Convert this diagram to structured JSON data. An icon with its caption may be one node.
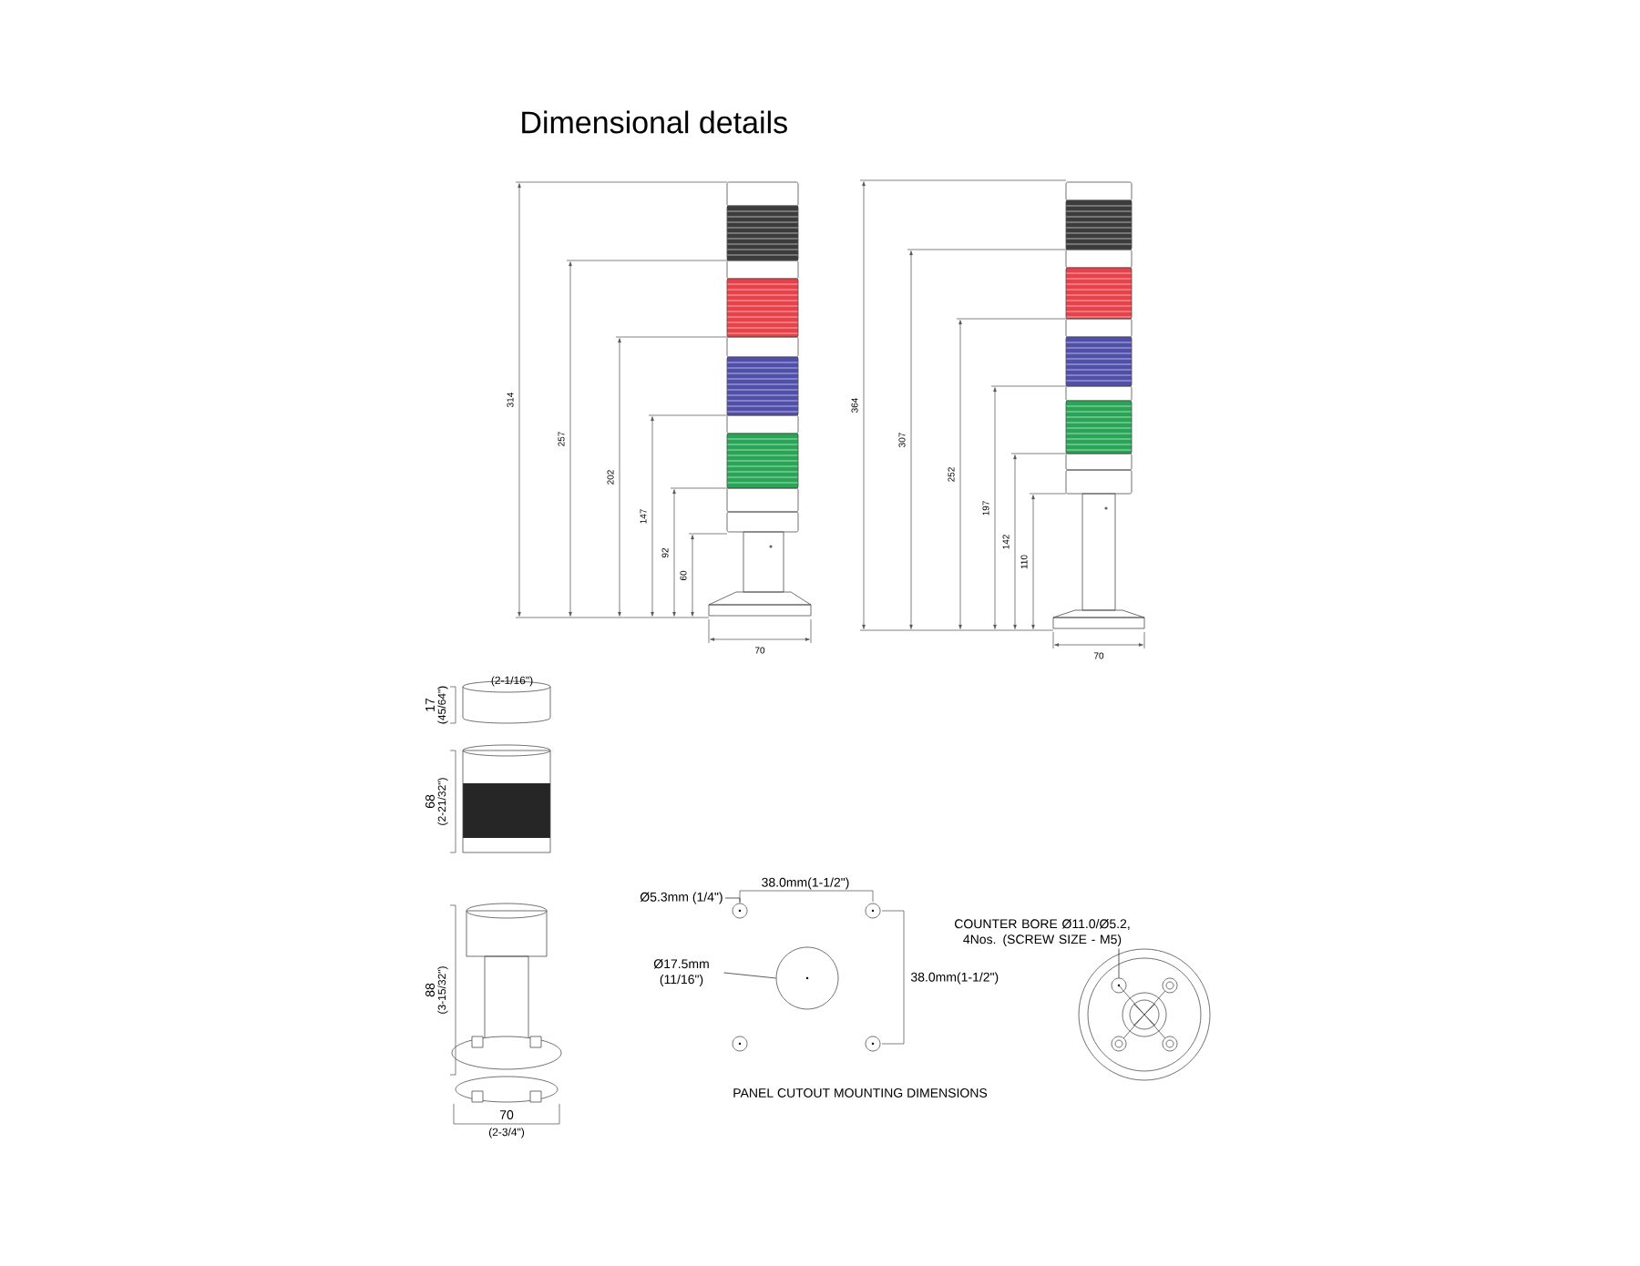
{
  "diagram": {
    "title": "Dimensional details",
    "nodes": [
      {
        "text": [
          "Ø5.3mm (1/4\")"
        ]
      },
      {
        "text": [],
        "shape": "circle"
      },
      {
        "text": [
          "Ø17.5mm (11/16\")"
        ]
      },
      {
        "text": [],
        "shape": "circle"
      },
      {
        "text": [
          "COUNTER BORE Ø11.0/Ø5.2, 4Nos. (SCREW SIZE - M5)"
        ]
      },
      {
        "text": [],
        "shape": "circle"
      }
    ],
    "edges": [
      {
        "from": 0,
        "to": 1,
        "arrow": "none"
      },
      {
        "from": 2,
        "to": 3,
        "arrow": "none"
      },
      {
        "from": 4,
        "to": 5,
        "arrow": "none"
      }
    ],
    "labels": [
      "314",
      "257",
      "202",
      "147",
      "92",
      "60",
      "70",
      "364",
      "307",
      "252",
      "197",
      "142",
      "110",
      "70",
      "(2-1/16\")",
      "17",
      "(45/64\")",
      "68",
      "(2-21/32\")",
      "88",
      "(3-15/32\")",
      "70",
      "(2-3/4\")",
      "38.0mm(1-1/2\")",
      "38.0mm(1-1/2\")",
      "PANEL CUTOUT MOUNTING DIMENSIONS"
    ]
  }
}
